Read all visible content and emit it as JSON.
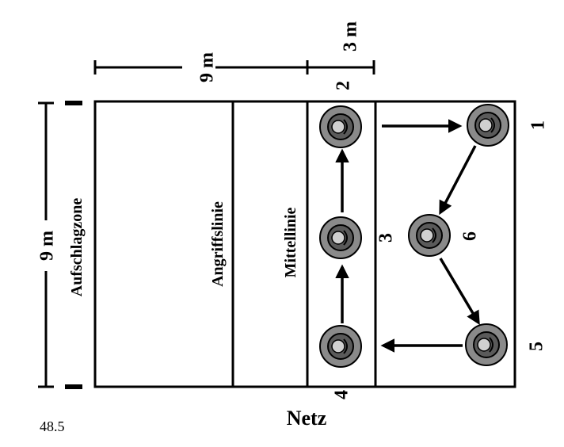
{
  "figure_number": "48.5",
  "labels": {
    "service_zone": "Aufschlagzone",
    "attack_line": "Angriffslinie",
    "center_line": "Mittellinie",
    "net": "Netz"
  },
  "dimensions": {
    "width_left": "9 m",
    "width_right": "3 m",
    "height": "9 m"
  },
  "positions": [
    "1",
    "2",
    "3",
    "4",
    "5",
    "6"
  ],
  "colors": {
    "ink": "#000000",
    "player_fill": "#8a8a8a",
    "player_face": "#5a5a5a",
    "background": "#ffffff"
  }
}
